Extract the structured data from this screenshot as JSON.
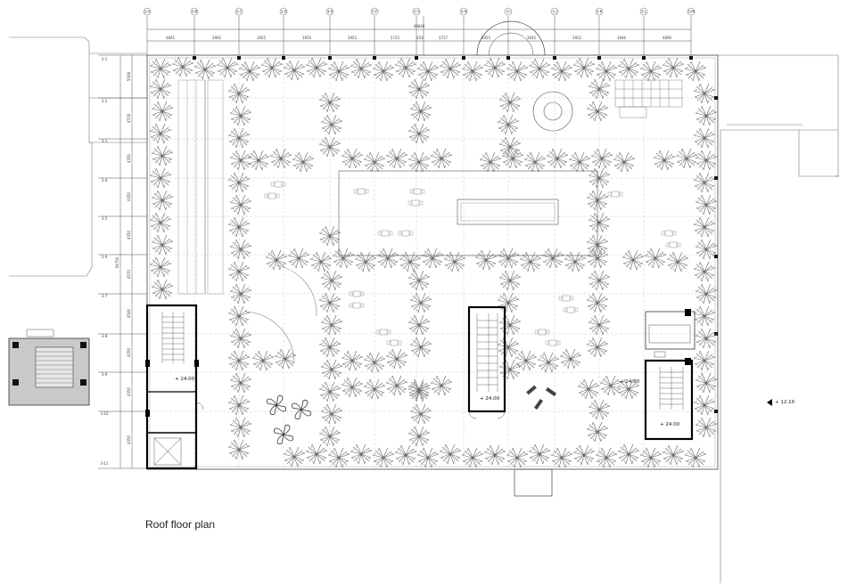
{
  "title": "Roof floor plan",
  "levels": {
    "left_stair": "+ 24.00",
    "center_stair": "+ 24.00",
    "right_upper": "+ 24.80",
    "right_stair": "+ 24.00",
    "outside": "+ 12.10"
  },
  "grid": {
    "column_labels": [
      "3-A",
      "3-B",
      "3-C",
      "3-D",
      "3-E",
      "3-F",
      "3-G",
      "3-H",
      "3-I",
      "3-J",
      "3-K",
      "3-L",
      "3-M"
    ],
    "row_labels": [
      "3-1",
      "3-2",
      "3-3",
      "3-4",
      "3-5",
      "3-6",
      "3-7",
      "3-8",
      "3-9",
      "3-10",
      "3-11"
    ],
    "column_spans": [
      "4845",
      "3965",
      "3955",
      "3950",
      "3952",
      "2725",
      "454",
      "3727",
      "3955",
      "3945",
      "3952",
      "3946",
      "4890"
    ],
    "overall_width": "48840",
    "row_spans": [
      "5008",
      "4578",
      "4350",
      "4350",
      "4350",
      "4570",
      "4540",
      "4350",
      "4350",
      "4350"
    ],
    "overall_height": "54750"
  }
}
